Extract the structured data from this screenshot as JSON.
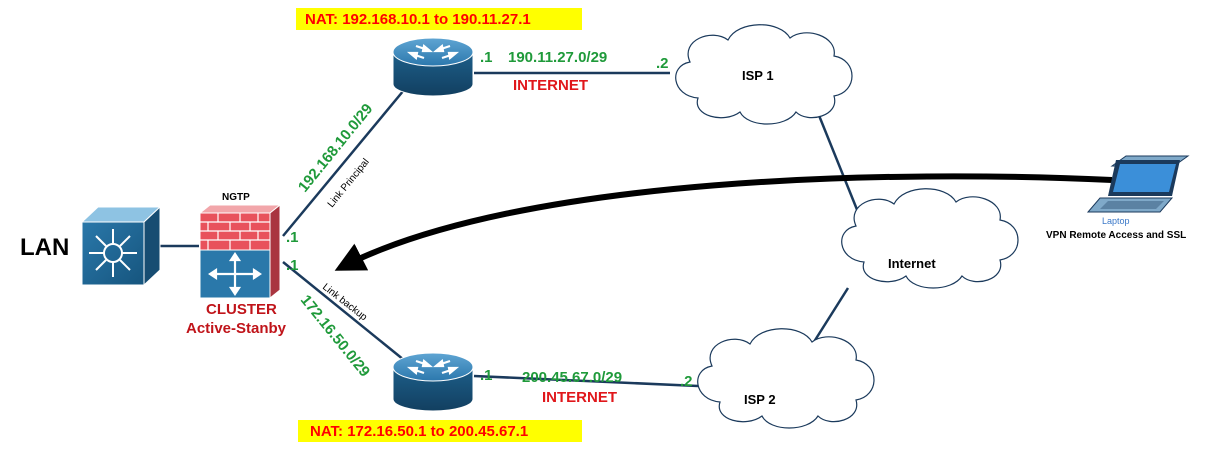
{
  "lan": {
    "label": "LAN"
  },
  "firewall": {
    "top_label": "NGTP",
    "cluster_label": "CLUSTER",
    "mode_label": "Active-Stanby"
  },
  "links": {
    "principal_subnet": "192.168.10.0/29",
    "principal_label": "Link Principal",
    "principal_fw_ip": ".1",
    "backup_subnet": "172.16.50.0/29",
    "backup_label": "Link backup",
    "backup_fw_ip": ".1"
  },
  "router1": {
    "nat": "NAT: 192.168.10.1 to 190.11.27.1",
    "wan_ip": ".1",
    "subnet": "190.11.27.0/29",
    "link_label": "INTERNET",
    "isp_ip": ".2"
  },
  "router2": {
    "nat": "NAT: 172.16.50.1 to 200.45.67.1",
    "wan_ip": ".1",
    "subnet": "200.45.67.0/29",
    "link_label": "INTERNET",
    "isp_ip": ".2"
  },
  "clouds": {
    "isp1": "ISP 1",
    "isp2": "ISP 2",
    "internet": "Internet"
  },
  "laptop": {
    "caption": "Laptop",
    "label": "VPN Remote Access and SSL"
  },
  "colors": {
    "link_line": "#1b3a5c",
    "switch_blue": "#1f5f86",
    "router_blue": "#1f5f86",
    "firewall_red": "#e8525c",
    "nat_highlight": "#ffff00",
    "nat_text": "#ff0000",
    "subnet_green": "#1f9a3a"
  }
}
